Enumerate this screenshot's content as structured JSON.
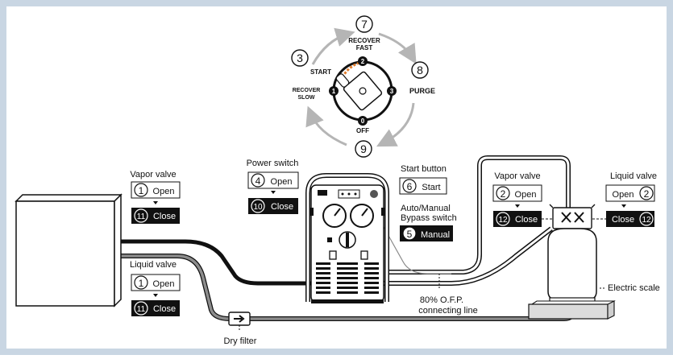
{
  "colors": {
    "frame": "#c9d6e3",
    "ink": "#111111",
    "arrow": "#b5b5b5",
    "orange": "#e07b2a",
    "hose_gray": "#8c8c8c",
    "scale_fill": "#dcdcdc",
    "bg": "#ffffff"
  },
  "dial": {
    "steps": {
      "s3": "3",
      "s7": "7",
      "s8": "8",
      "s9": "9"
    },
    "labels": {
      "recover_fast_1": "RECOVER",
      "recover_fast_2": "FAST",
      "start": "START",
      "purge": "PURGE",
      "recover_slow_1": "RECOVER",
      "recover_slow_2": "SLOW",
      "off": "OFF"
    },
    "positions": {
      "p0": "0",
      "p1": "1",
      "p2": "2",
      "p3": "3"
    }
  },
  "left_valves": {
    "vapor": {
      "title": "Vapor valve",
      "open_num": "1",
      "open_label": "Open",
      "close_num": "11",
      "close_label": "Close"
    },
    "liquid": {
      "title": "Liquid valve",
      "open_num": "1",
      "open_label": "Open",
      "close_num": "11",
      "close_label": "Close"
    }
  },
  "machine": {
    "power": {
      "title": "Power switch",
      "on_num": "4",
      "on_label": "Open",
      "off_num": "10",
      "off_label": "Close"
    },
    "start_button": {
      "title": "Start button",
      "num": "6",
      "label": "Start"
    },
    "bypass": {
      "title_1": "Auto/Manual",
      "title_2": "Bypass switch",
      "num": "5",
      "label": "Manual"
    }
  },
  "tank_valves": {
    "vapor": {
      "title": "Vapor valve",
      "open_num": "2",
      "open_label": "Open",
      "close_num": "12",
      "close_label": "Close"
    },
    "liquid": {
      "title": "Liquid valve",
      "open_num": "2",
      "open_label": "Open",
      "close_num": "12",
      "close_label": "Close"
    }
  },
  "annotations": {
    "ofp_1": "80% O.F.P.",
    "ofp_2": "connecting line",
    "scale": "Electric scale",
    "filter": "Dry filter"
  }
}
